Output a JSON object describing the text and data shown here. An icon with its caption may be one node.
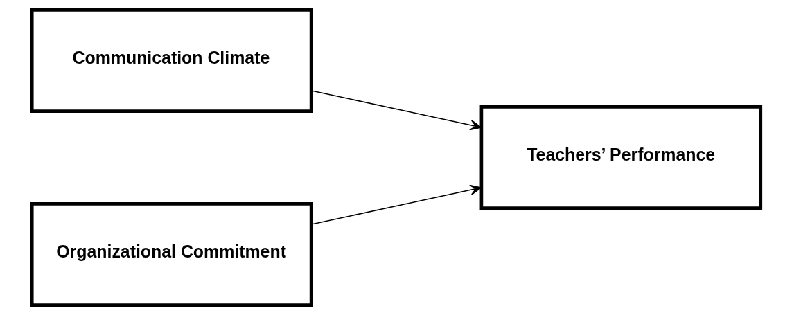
{
  "diagram": {
    "nodes": [
      {
        "text": [
          "Communication Climate"
        ]
      },
      {
        "text": [
          "Organizational Commitment"
        ]
      },
      {
        "text": [
          "Teachers’ Performance"
        ]
      }
    ],
    "edges": [
      {
        "from": 0,
        "to": 2,
        "arrow": "to"
      },
      {
        "from": 1,
        "to": 2,
        "arrow": "to"
      }
    ]
  }
}
